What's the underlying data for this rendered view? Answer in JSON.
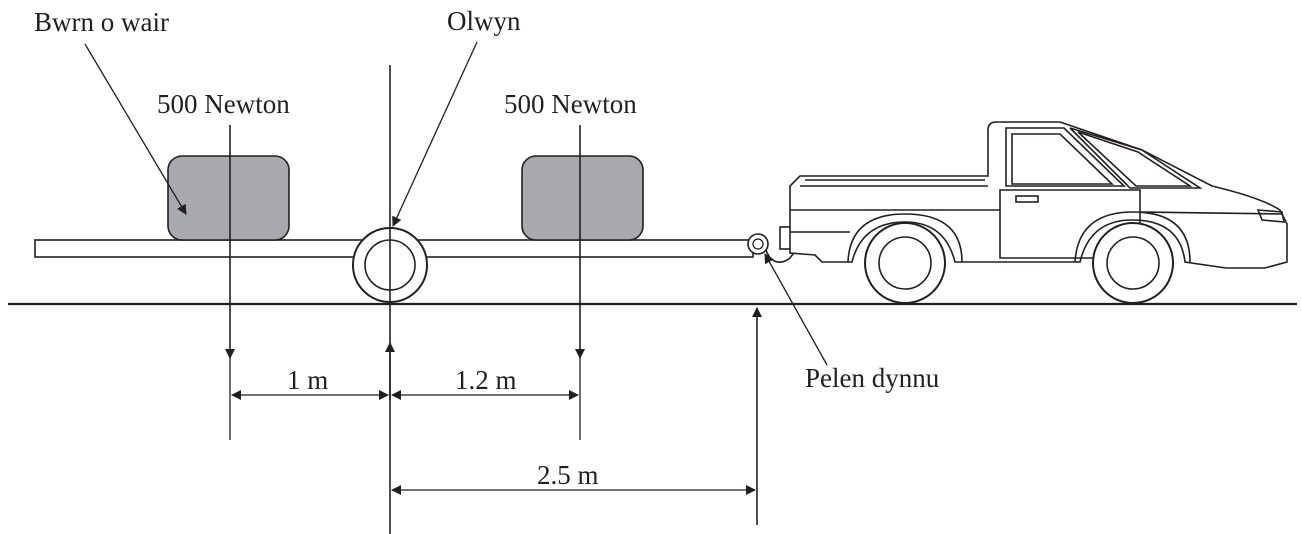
{
  "labels": {
    "bale": "Bwrn o wair",
    "wheel": "Olwyn",
    "force_left": "500 Newton",
    "force_right": "500 Newton",
    "tow_ball": "Pelen dynnu",
    "dist_1": "1 m",
    "dist_2": "1.2 m",
    "dist_3": "2.5 m"
  },
  "colors": {
    "bale_fill": "#a7a9ac",
    "ink": "#231f20"
  }
}
